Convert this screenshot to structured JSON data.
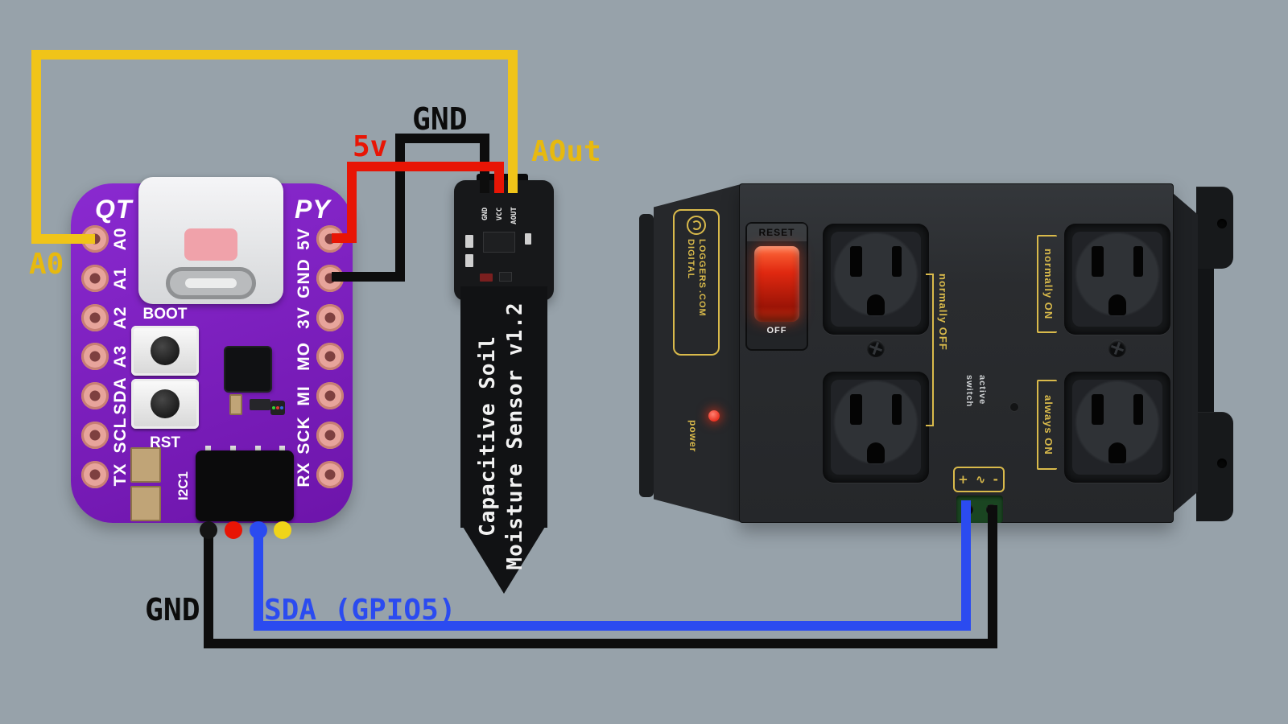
{
  "canvas": {
    "background": "#97a2aa"
  },
  "wire_labels": {
    "gnd_top": "GND",
    "five_v": "5v",
    "aout": "AOut",
    "a0": "A0",
    "gnd_bottom": "GND",
    "sda_gpio5": "SDA (GPIO5)"
  },
  "wire_colors": {
    "a0_wire": "#f0c419",
    "vcc_wire": "#e81505",
    "gnd_top_wire": "#0d0d0d",
    "gnd_bottom_wire": "#0d0d0d",
    "sda_wire": "#2b4bf0"
  },
  "qtpy": {
    "brand_left": "QT",
    "brand_right": "PY",
    "left_pins": [
      "A0",
      "A1",
      "A2",
      "A3",
      "SDA",
      "SCL",
      "TX"
    ],
    "right_pins": [
      "5V",
      "GND",
      "3V",
      "MO",
      "MI",
      "SCK",
      "RX"
    ],
    "boot_label": "BOOT",
    "rst_label": "RST",
    "i2c_label": "I2C1",
    "jst_wire_colors": [
      "#141414",
      "#e81505",
      "#2b4bf0",
      "#f0d419"
    ]
  },
  "sensor": {
    "title_line1": "Capacitive Soil",
    "title_line2": "Moisture Sensor v1.2",
    "pin_labels": [
      "GND",
      "VCC",
      "AOUT"
    ]
  },
  "relay": {
    "brand_col1": "DIGITAL",
    "brand_col2": "LOGGERS",
    "brand_col3": ".COM",
    "power_label": "power",
    "reset_label": "RESET",
    "off_label": "OFF",
    "normally_off": "normally OFF",
    "normally_on": "normally ON",
    "always_on": "always ON",
    "switch_label": "switch",
    "active_label": "active",
    "terminal_symbols": "+ ∿ -",
    "accent_color": "#d9ba4b"
  }
}
